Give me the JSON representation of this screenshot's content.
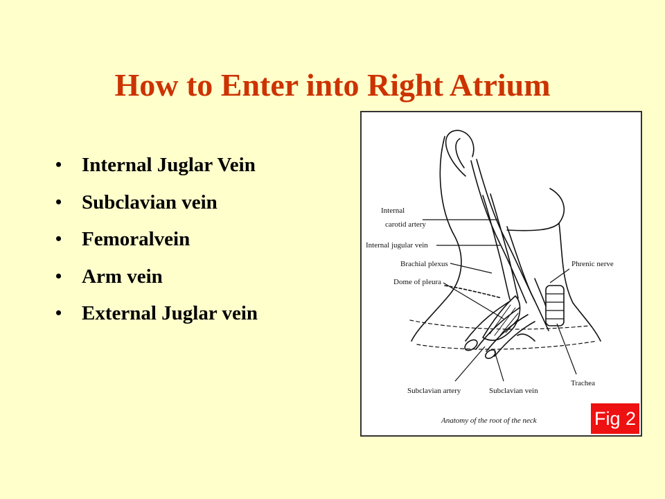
{
  "title": "How to Enter into Right Atrium",
  "bullets": [
    "Internal Juglar Vein",
    "Subclavian vein",
    "Femoralvein",
    "Arm vein",
    "External Juglar vein"
  ],
  "figure": {
    "labels": {
      "internal_carotid_1": "Internal",
      "internal_carotid_2": "carotid artery",
      "internal_jugular": "Internal jugular vein",
      "brachial_plexus": "Brachial plexus",
      "dome_of_pleura": "Dome of pleura",
      "phrenic_nerve": "Phrenic nerve",
      "subclavian_artery": "Subclavian artery",
      "subclavian_vein": "Subclavian vein",
      "trachea": "Trachea"
    },
    "caption": "Anatomy of the root of the neck",
    "badge": "Fig 2"
  },
  "colors": {
    "background": "#ffffcc",
    "title": "#cc3300",
    "badge": "#ee1111"
  }
}
